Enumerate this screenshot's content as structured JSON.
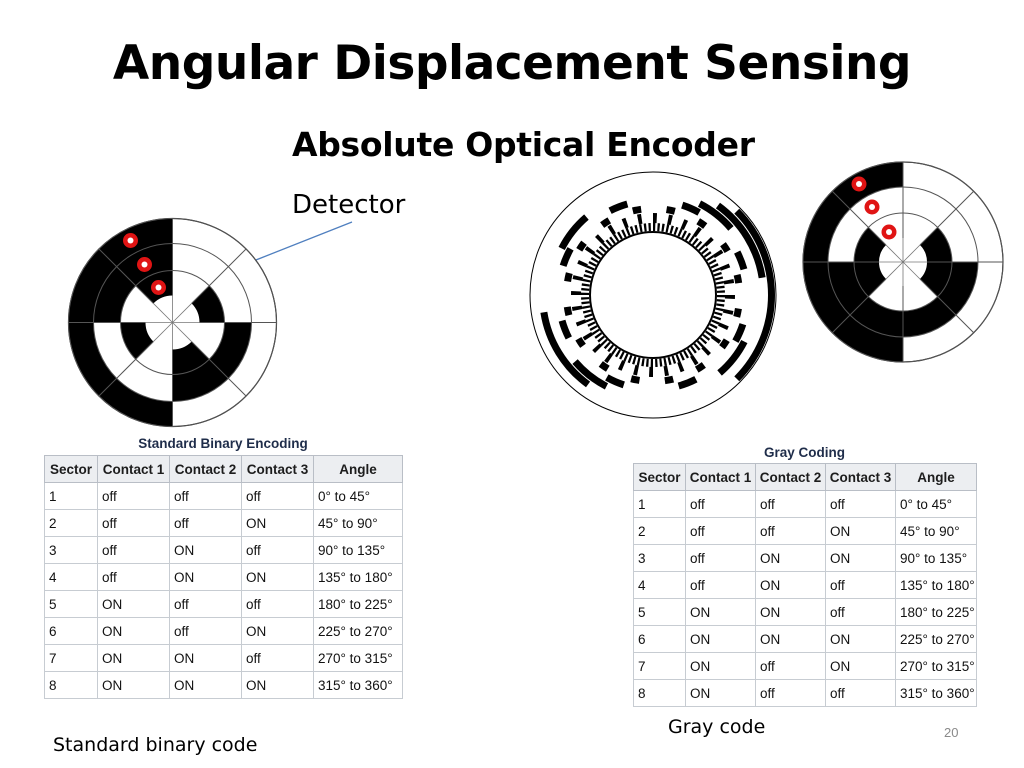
{
  "slide": {
    "title": "Angular Displacement Sensing",
    "subtitle": "Absolute Optical Encoder",
    "detector_label": "Detector",
    "slide_number": "20",
    "caption_binary": "Standard binary code",
    "caption_gray": "Gray code"
  },
  "colors": {
    "arrow": "#4f7fbf",
    "marker": "#e01414",
    "text": "#000000",
    "caption": "#1f2d4a"
  },
  "binary_table": {
    "caption": "Standard Binary Encoding",
    "headers": [
      "Sector",
      "Contact 1",
      "Contact 2",
      "Contact 3",
      "Angle"
    ],
    "rows": [
      [
        "1",
        "off",
        "off",
        "off",
        "0° to 45°"
      ],
      [
        "2",
        "off",
        "off",
        "ON",
        "45° to 90°"
      ],
      [
        "3",
        "off",
        "ON",
        "off",
        "90° to 135°"
      ],
      [
        "4",
        "off",
        "ON",
        "ON",
        "135° to 180°"
      ],
      [
        "5",
        "ON",
        "off",
        "off",
        "180° to 225°"
      ],
      [
        "6",
        "ON",
        "off",
        "ON",
        "225° to 270°"
      ],
      [
        "7",
        "ON",
        "ON",
        "off",
        "270° to 315°"
      ],
      [
        "8",
        "ON",
        "ON",
        "ON",
        "315° to 360°"
      ]
    ]
  },
  "gray_table": {
    "caption": "Gray Coding",
    "headers": [
      "Sector",
      "Contact 1",
      "Contact 2",
      "Contact 3",
      "Angle"
    ],
    "rows": [
      [
        "1",
        "off",
        "off",
        "off",
        "0° to 45°"
      ],
      [
        "2",
        "off",
        "off",
        "ON",
        "45° to 90°"
      ],
      [
        "3",
        "off",
        "ON",
        "ON",
        "90° to 135°"
      ],
      [
        "4",
        "off",
        "ON",
        "off",
        "135° to 180°"
      ],
      [
        "5",
        "ON",
        "ON",
        "off",
        "180° to 225°"
      ],
      [
        "6",
        "ON",
        "ON",
        "ON",
        "225° to 270°"
      ],
      [
        "7",
        "ON",
        "off",
        "ON",
        "270° to 315°"
      ],
      [
        "8",
        "ON",
        "off",
        "off",
        "315° to 360°"
      ]
    ]
  }
}
